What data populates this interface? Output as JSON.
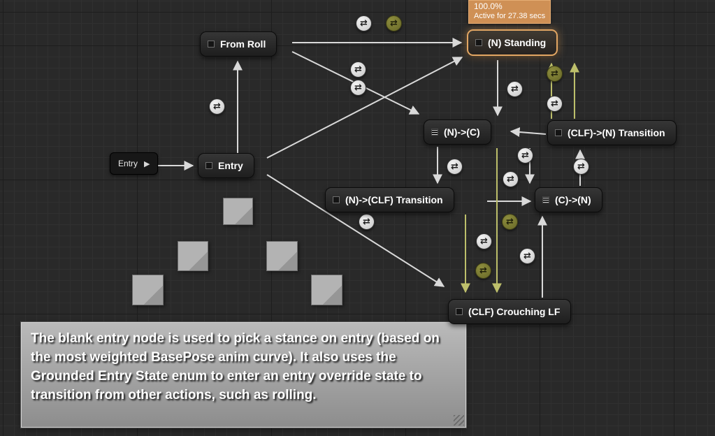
{
  "graph": {
    "entry_marker": {
      "label": "Entry"
    },
    "nodes": {
      "from_roll": {
        "label": "From Roll",
        "type": "state"
      },
      "standing": {
        "label": "(N) Standing",
        "type": "state",
        "active": true
      },
      "n_to_c": {
        "label": "(N)->(C)",
        "type": "transition-state"
      },
      "clf_to_n_transition": {
        "label": "(CLF)->(N) Transition",
        "type": "state"
      },
      "entry": {
        "label": "Entry",
        "type": "state"
      },
      "n_to_clf_transition": {
        "label": "(N)->(CLF) Transition",
        "type": "state"
      },
      "c_to_n": {
        "label": "(C)->(N)",
        "type": "transition-state"
      },
      "clf_crouching_lf": {
        "label": "(CLF) Crouching LF",
        "type": "state"
      }
    },
    "edges": [
      {
        "from": "entry_marker",
        "to": "entry"
      },
      {
        "from": "entry",
        "to": "from_roll"
      },
      {
        "from": "from_roll",
        "to": "standing"
      },
      {
        "from": "from_roll",
        "to": "n_to_c"
      },
      {
        "from": "entry",
        "to": "standing"
      },
      {
        "from": "entry",
        "to": "clf_crouching_lf"
      },
      {
        "from": "standing",
        "to": "n_to_c"
      },
      {
        "from": "n_to_c",
        "to": "n_to_clf_transition"
      },
      {
        "from": "n_to_clf_transition",
        "to": "c_to_n"
      },
      {
        "from": "clf_to_n_transition",
        "to": "n_to_c"
      },
      {
        "from": "c_to_n",
        "to": "clf_to_n_transition"
      },
      {
        "from": "clf_to_n_transition",
        "to": "c_to_n"
      },
      {
        "from": "clf_crouching_lf",
        "to": "c_to_n"
      },
      {
        "from": "clf_to_n_transition",
        "to": "standing",
        "active": true
      },
      {
        "from": "n_to_clf_transition",
        "to": "clf_crouching_lf",
        "active": true
      },
      {
        "from": "standing",
        "to": "clf_crouching_lf",
        "active": true
      }
    ],
    "active_state_tooltip": {
      "weight": "100.0%",
      "status": "Active for 27.38 secs"
    },
    "comment_note": {
      "text": "The blank entry node is used to pick a stance on entry (based on the most weighted BasePose anim curve). It also uses the Grounded Entry State enum to enter an entry override state to transition from other actions, such as rolling."
    }
  },
  "icons": {
    "transition_rule": "⇄",
    "entry_play": "▶"
  },
  "colors": {
    "active_node_highlight": "#e2a663",
    "active_tooltip_bg": "#cf9055",
    "active_flow_line": "#bdbf6b",
    "edge_line": "#d9d9d9"
  }
}
